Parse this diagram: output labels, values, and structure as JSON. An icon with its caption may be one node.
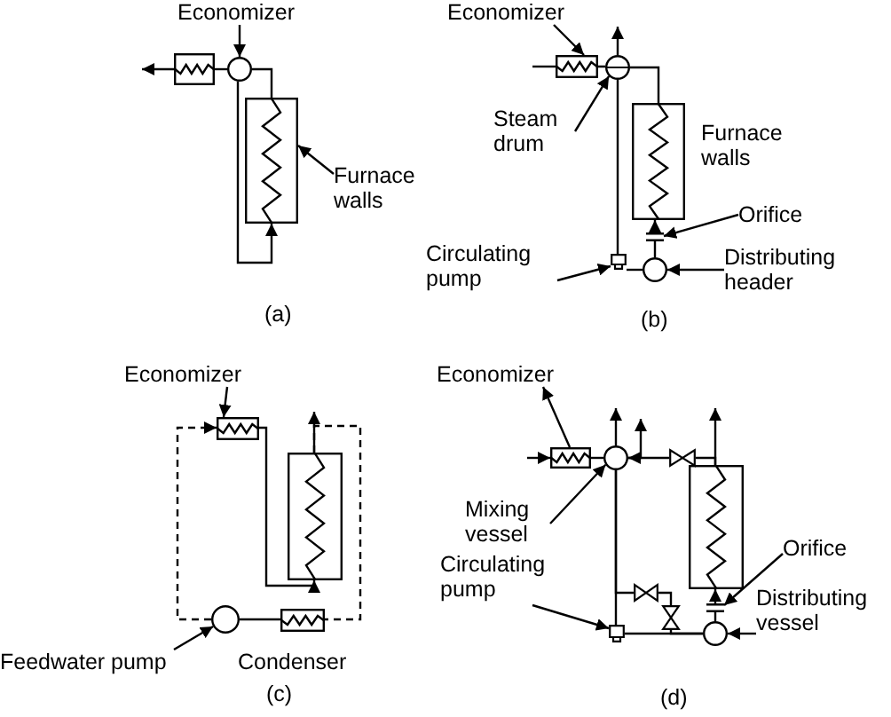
{
  "diagram": {
    "nodes": [
      {
        "text": [
          "Economizer"
        ]
      },
      {
        "text": [],
        "shape": "circle"
      },
      {
        "text": [],
        "shape": "box"
      },
      {
        "text": [],
        "shape": "box"
      },
      {
        "text": [
          "Furnace walls"
        ]
      },
      {
        "text": [
          "Economizer"
        ]
      },
      {
        "text": [],
        "shape": "box"
      },
      {
        "text": [],
        "shape": "circle"
      },
      {
        "text": [
          "Steam drum"
        ]
      },
      {
        "text": [],
        "shape": "box",
        "beside": [
          "Furnace walls"
        ]
      },
      {
        "text": [
          "Orifice"
        ]
      },
      {
        "text": [],
        "shape": "bar"
      },
      {
        "text": [
          "Circulating pump"
        ]
      },
      {
        "text": [],
        "shape": "box"
      },
      {
        "text": [],
        "shape": "circle"
      },
      {
        "text": [
          "Distributing header"
        ]
      },
      {
        "text": [
          "Economizer"
        ]
      },
      {
        "text": [],
        "shape": "box"
      },
      {
        "text": [],
        "shape": "box"
      },
      {
        "text": [],
        "shape": "circle"
      },
      {
        "text": [],
        "shape": "box"
      },
      {
        "text": [
          "Feedwater pump"
        ]
      },
      {
        "text": [
          "Economizer"
        ]
      },
      {
        "text": [],
        "shape": "box"
      },
      {
        "text": [],
        "shape": "circle"
      },
      {
        "text": [
          "Mixing vessel"
        ]
      },
      {
        "text": [],
        "shape": "valve"
      },
      {
        "text": [],
        "shape": "box"
      },
      {
        "text": [
          "Circulating pump"
        ]
      },
      {
        "text": [],
        "shape": "box"
      },
      {
        "text": [],
        "shape": "valve"
      },
      {
        "text": [],
        "shape": "valve"
      },
      {
        "text": [
          "Orifice"
        ]
      },
      {
        "text": [],
        "shape": "bar"
      },
      {
        "text": [],
        "shape": "circle"
      },
      {
        "text": [
          "Distributing vessel"
        ]
      }
    ],
    "edges": [
      {
        "from": 0,
        "to": 1,
        "arrow": "to"
      },
      {
        "from": 1,
        "to": 2,
        "arrow": "none"
      },
      {
        "from": 2,
        "to": null,
        "arrow": "to"
      },
      {
        "from": 1,
        "to": 3,
        "arrow": "none"
      },
      {
        "from": 1,
        "to": 3,
        "arrow": "to"
      },
      {
        "from": 4,
        "to": 3,
        "arrow": "to"
      },
      {
        "from": 5,
        "to": 6,
        "arrow": "to"
      },
      {
        "from": null,
        "to": 6,
        "arrow": "none"
      },
      {
        "from": 6,
        "to": 7,
        "arrow": "none"
      },
      {
        "from": 7,
        "to": null,
        "arrow": "to"
      },
      {
        "from": 7,
        "to": 9,
        "arrow": "none"
      },
      {
        "from": 8,
        "to": 7,
        "arrow": "to"
      },
      {
        "from": 7,
        "to": 13,
        "arrow": "none"
      },
      {
        "from": 13,
        "to": 14,
        "arrow": "none"
      },
      {
        "from": 14,
        "to": 11,
        "arrow": "none"
      },
      {
        "from": 11,
        "to": 9,
        "arrow": "to"
      },
      {
        "from": 10,
        "to": 11,
        "arrow": "to"
      },
      {
        "from": 12,
        "to": 13,
        "arrow": "to"
      },
      {
        "from": 15,
        "to": 14,
        "arrow": "to"
      },
      {
        "from": 16,
        "to": 17,
        "arrow": "to"
      },
      {
        "from": 17,
        "to": 18,
        "arrow": "to"
      },
      {
        "from": 18,
        "to": null,
        "arrow": "to"
      },
      {
        "from": 18,
        "to": 20,
        "arrow": "none",
        "style": "dashed"
      },
      {
        "from": 20,
        "to": 19,
        "arrow": "none"
      },
      {
        "from": 19,
        "to": 17,
        "arrow": "to",
        "style": "dashed"
      },
      {
        "from": 21,
        "to": 19,
        "arrow": "to"
      },
      {
        "from": 23,
        "to": 22,
        "arrow": "to"
      },
      {
        "from": null,
        "to": 23,
        "arrow": "to"
      },
      {
        "from": 23,
        "to": 24,
        "arrow": "none"
      },
      {
        "from": 24,
        "to": null,
        "arrow": "to"
      },
      {
        "from": 27,
        "to": 26,
        "arrow": "none"
      },
      {
        "from": 26,
        "to": 24,
        "arrow": "to"
      },
      {
        "from": 27,
        "to": null,
        "arrow": "to"
      },
      {
        "from": 25,
        "to": 24,
        "arrow": "to"
      },
      {
        "from": 24,
        "to": 29,
        "arrow": "none"
      },
      {
        "from": 24,
        "to": 30,
        "arrow": "none"
      },
      {
        "from": 30,
        "to": 31,
        "arrow": "none"
      },
      {
        "from": 31,
        "to": 34,
        "arrow": "none"
      },
      {
        "from": 29,
        "to": 34,
        "arrow": "none"
      },
      {
        "from": 34,
        "to": 33,
        "arrow": "none"
      },
      {
        "from": 33,
        "to": 27,
        "arrow": "to"
      },
      {
        "from": 28,
        "to": 29,
        "arrow": "to"
      },
      {
        "from": 32,
        "to": 33,
        "arrow": "to"
      },
      {
        "from": 35,
        "to": 34,
        "arrow": "to"
      },
      {
        "from": 24,
        "to": null,
        "arrow": "to"
      }
    ],
    "labels": [
      "(a)",
      "(b)",
      "Condenser",
      "(c)",
      "(d)"
    ]
  }
}
